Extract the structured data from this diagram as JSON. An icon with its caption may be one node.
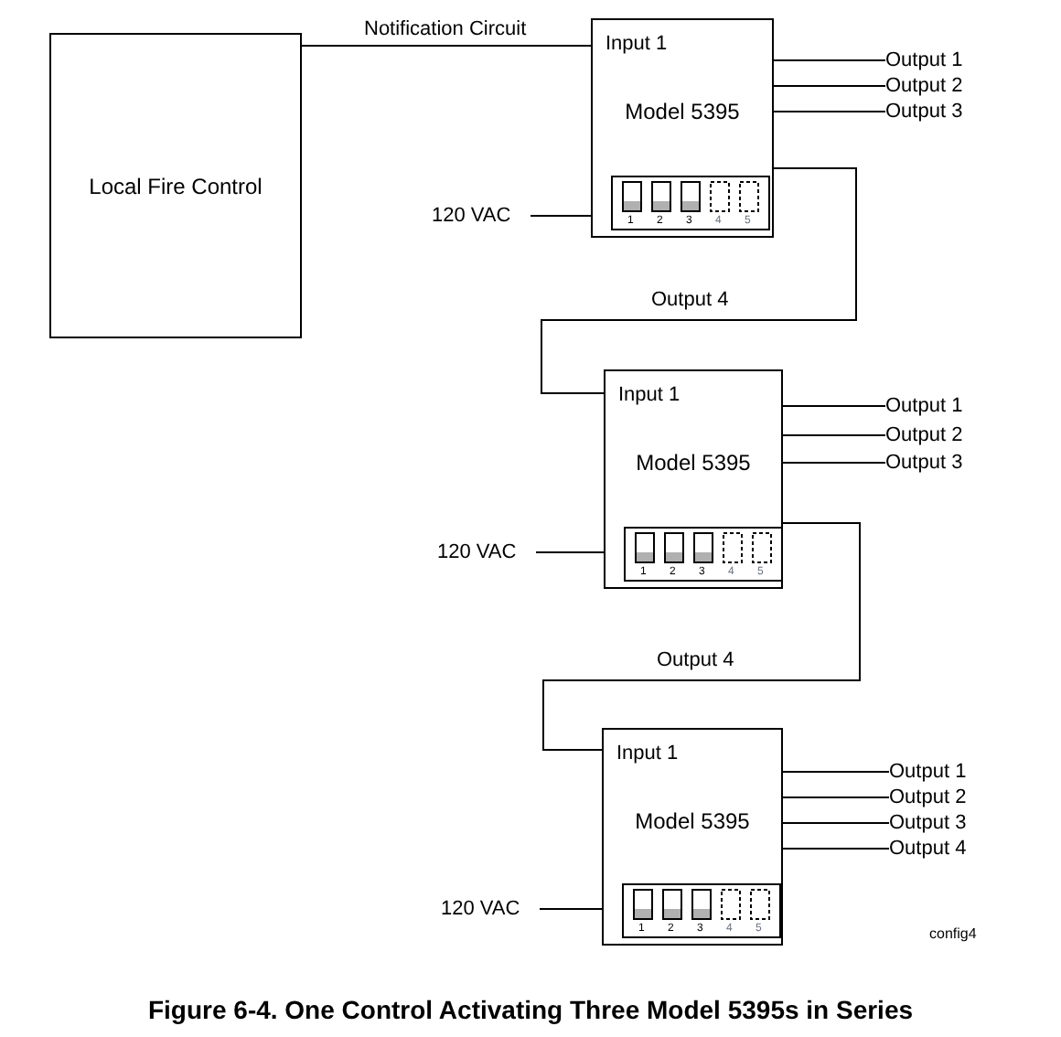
{
  "diagram": {
    "caption": "Figure 6-4.  One Control Activating Three Model 5395s in Series",
    "nodes": [
      {
        "text": [
          "Local Fire Control"
        ]
      },
      {
        "text": [
          "Input 1",
          "Model 5395"
        ]
      },
      {
        "text": [
          "Output 1"
        ]
      },
      {
        "text": [
          "Output 2"
        ]
      },
      {
        "text": [
          "Output 3"
        ]
      },
      {
        "text": [
          "120 VAC"
        ]
      },
      {
        "text": [
          "Input 1",
          "Model 5395"
        ]
      },
      {
        "text": [
          "Output 1"
        ]
      },
      {
        "text": [
          "Output 2"
        ]
      },
      {
        "text": [
          "Output 3"
        ]
      },
      {
        "text": [
          "120 VAC"
        ]
      },
      {
        "text": [
          "Input 1",
          "Model 5395"
        ]
      },
      {
        "text": [
          "Output 1"
        ]
      },
      {
        "text": [
          "Output 2"
        ]
      },
      {
        "text": [
          "Output 3"
        ]
      },
      {
        "text": [
          "Output 4"
        ]
      },
      {
        "text": [
          "120 VAC"
        ]
      }
    ],
    "edges": [
      {
        "from": 0,
        "to": 1,
        "arrow": "none",
        "label": "Notification Circuit"
      },
      {
        "from": 1,
        "to": 2,
        "arrow": "none"
      },
      {
        "from": 1,
        "to": 3,
        "arrow": "none"
      },
      {
        "from": 1,
        "to": 4,
        "arrow": "none"
      },
      {
        "from": 5,
        "to": 1,
        "arrow": "none"
      },
      {
        "from": 1,
        "to": 6,
        "arrow": "none",
        "label": "Output 4"
      },
      {
        "from": 6,
        "to": 7,
        "arrow": "none"
      },
      {
        "from": 6,
        "to": 8,
        "arrow": "none"
      },
      {
        "from": 6,
        "to": 9,
        "arrow": "none"
      },
      {
        "from": 10,
        "to": 6,
        "arrow": "none"
      },
      {
        "from": 6,
        "to": 11,
        "arrow": "none",
        "label": "Output 4"
      },
      {
        "from": 11,
        "to": 12,
        "arrow": "none"
      },
      {
        "from": 11,
        "to": 13,
        "arrow": "none"
      },
      {
        "from": 11,
        "to": 14,
        "arrow": "none"
      },
      {
        "from": 11,
        "to": 15,
        "arrow": "none"
      },
      {
        "from": 16,
        "to": 11,
        "arrow": "none"
      }
    ],
    "labels": [
      "1",
      "2",
      "3",
      "4",
      "5",
      "1",
      "2",
      "3",
      "4",
      "5",
      "1",
      "2",
      "3",
      "4",
      "5",
      "config4"
    ]
  }
}
